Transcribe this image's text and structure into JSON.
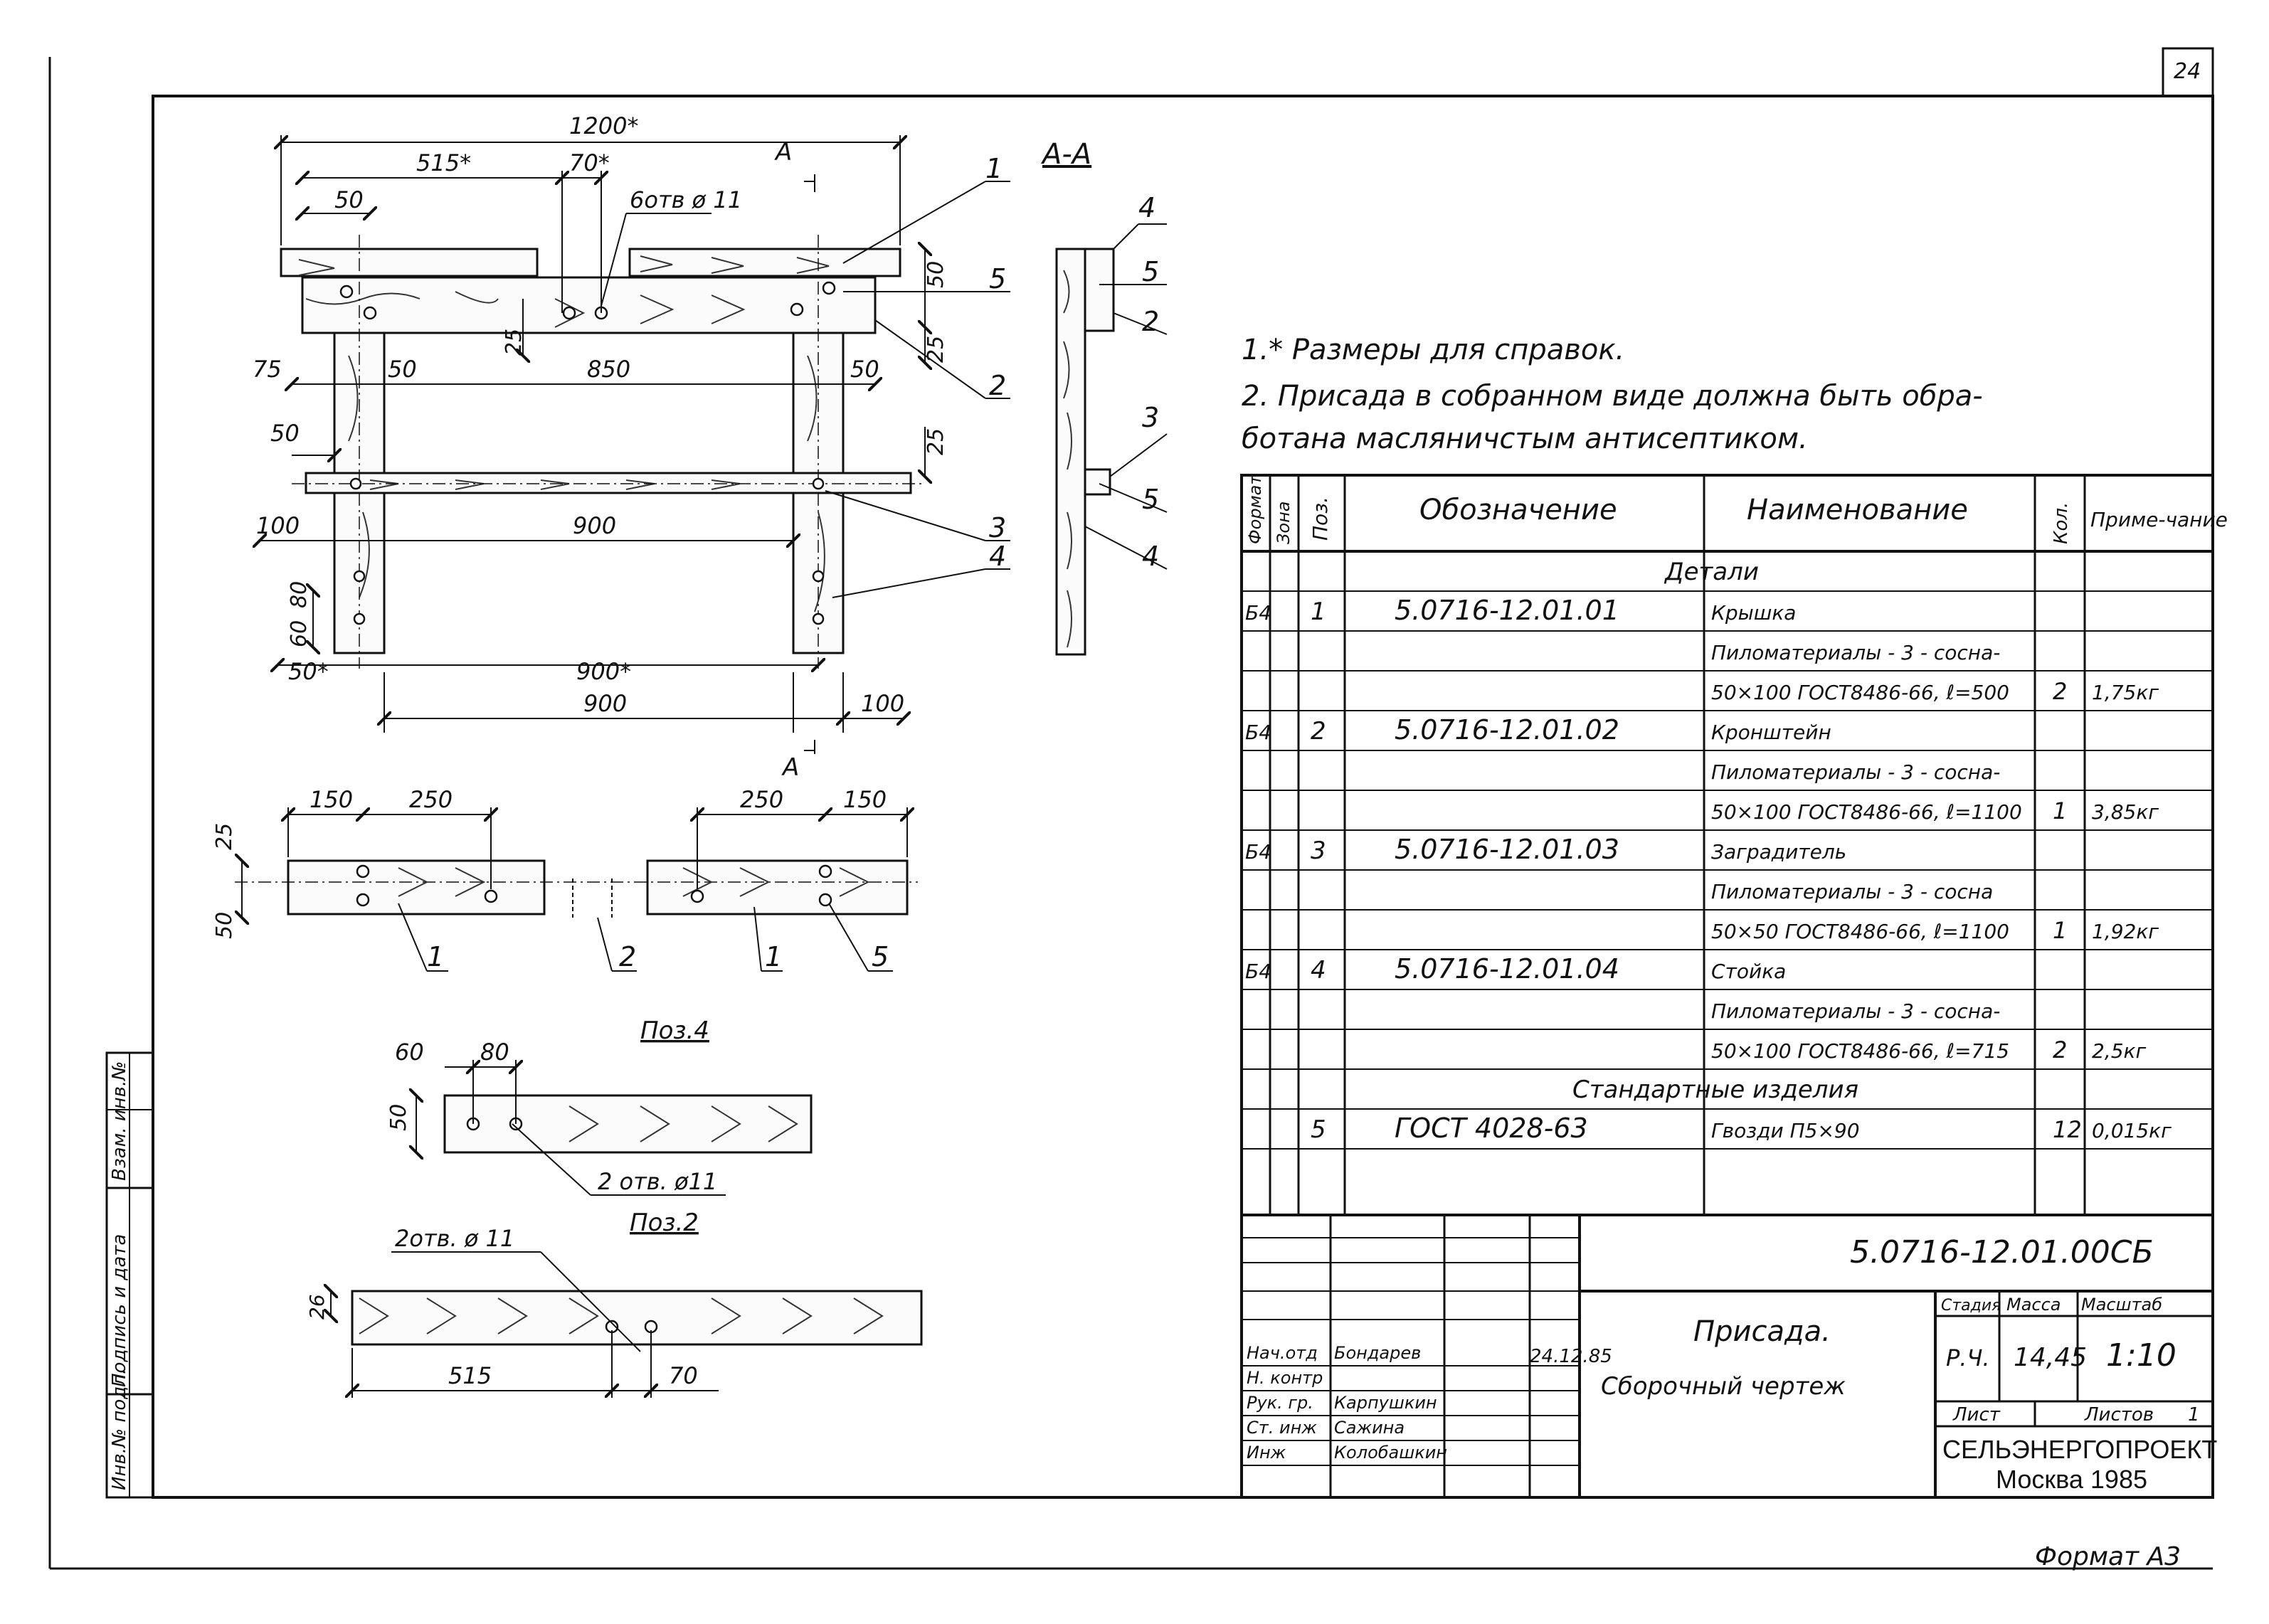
{
  "sheet": {
    "page_number": "24",
    "format_label": "Формат А3",
    "stamp_labels": [
      "Инв.№ подл.",
      "Подпись и дата",
      "Взам. инв.№"
    ]
  },
  "drawing": {
    "main_view": {
      "dims": [
        "1200*",
        "515*",
        "70*",
        "6отв ø 11",
        "50",
        "50",
        "25",
        "25",
        "75",
        "50",
        "850",
        "50",
        "50",
        "25",
        "100",
        "900",
        "80",
        "60",
        "50*",
        "900*",
        "900",
        "100"
      ],
      "section_marker": "А",
      "callouts": [
        "1",
        "5",
        "2",
        "3",
        "4"
      ]
    },
    "section_aa": {
      "title": "А-А",
      "callouts": [
        "4",
        "5",
        "2",
        "3",
        "5",
        "4"
      ]
    },
    "plan_view": {
      "dims": [
        "150",
        "250",
        "250",
        "150",
        "25",
        "50"
      ],
      "callouts": [
        "1",
        "2",
        "1",
        "5"
      ]
    },
    "pos4": {
      "title": "Поз.4",
      "dims": [
        "60",
        "80",
        "50"
      ],
      "holes_label": "2 отв. ø11"
    },
    "pos2": {
      "title": "Поз.2",
      "holes_label": "2отв. ø 11",
      "dims": [
        "26",
        "515",
        "70"
      ]
    }
  },
  "notes": [
    "1.* Размеры для справок.",
    "2. Присада в собранном виде должна быть обра-",
    "ботана масляничстым антисептиком."
  ],
  "spec_table": {
    "headers": {
      "format": "Формат",
      "zone": "Зона",
      "pos": "Поз.",
      "designation": "Обозначение",
      "name": "Наименование",
      "qty": "Кол.",
      "note": "Приме-чание"
    },
    "section_details": "Детали",
    "section_standard": "Стандартные изделия",
    "rows": [
      {
        "format": "Б4",
        "pos": "1",
        "designation": "5.0716-12.01.01",
        "name": "Крышка",
        "qty": "",
        "note": ""
      },
      {
        "format": "",
        "pos": "",
        "designation": "",
        "name": "Пиломатериалы - 3 - сосна-",
        "qty": "",
        "note": ""
      },
      {
        "format": "",
        "pos": "",
        "designation": "",
        "name": "50×100 ГОСТ8486-66, ℓ=500",
        "qty": "2",
        "note": "1,75кг"
      },
      {
        "format": "Б4",
        "pos": "2",
        "designation": "5.0716-12.01.02",
        "name": "Кронштейн",
        "qty": "",
        "note": ""
      },
      {
        "format": "",
        "pos": "",
        "designation": "",
        "name": "Пиломатериалы - 3 - сосна-",
        "qty": "",
        "note": ""
      },
      {
        "format": "",
        "pos": "",
        "designation": "",
        "name": "50×100 ГОСТ8486-66, ℓ=1100",
        "qty": "1",
        "note": "3,85кг"
      },
      {
        "format": "Б4",
        "pos": "3",
        "designation": "5.0716-12.01.03",
        "name": "Заградитель",
        "qty": "",
        "note": ""
      },
      {
        "format": "",
        "pos": "",
        "designation": "",
        "name": "Пиломатериалы - 3 - сосна",
        "qty": "",
        "note": ""
      },
      {
        "format": "",
        "pos": "",
        "designation": "",
        "name": "50×50 ГОСТ8486-66, ℓ=1100",
        "qty": "1",
        "note": "1,92кг"
      },
      {
        "format": "Б4",
        "pos": "4",
        "designation": "5.0716-12.01.04",
        "name": "Стойка",
        "qty": "",
        "note": ""
      },
      {
        "format": "",
        "pos": "",
        "designation": "",
        "name": "Пиломатериалы - 3 - сосна-",
        "qty": "",
        "note": ""
      },
      {
        "format": "",
        "pos": "",
        "designation": "",
        "name": "50×100 ГОСТ8486-66, ℓ=715",
        "qty": "2",
        "note": "2,5кг"
      }
    ],
    "standard_rows": [
      {
        "format": "",
        "pos": "5",
        "designation": "ГОСТ 4028-63",
        "name": "Гвозди П5×90",
        "qty": "12",
        "note": "0,015кг"
      }
    ]
  },
  "title_block": {
    "doc_code": "5.0716-12.01.00СБ",
    "title_line1": "Присада.",
    "title_line2": "Сборочный чертеж",
    "col_stage": "Стадия",
    "col_mass": "Масса",
    "col_scale": "Масштаб",
    "stage": "Р.Ч.",
    "mass": "14,45",
    "scale": "1:10",
    "sheet_label": "Лист",
    "sheets_label": "Листов",
    "sheets_total": "1",
    "org": "СЕЛЬЭНЕРГОПРОЕКТ",
    "city_year": "Москва 1985",
    "date": "24.12.85",
    "signers": [
      {
        "role": "Нач.отд",
        "name": "Бондарев"
      },
      {
        "role": "Н. контр",
        "name": ""
      },
      {
        "role": "Рук. гр.",
        "name": "Карпушкин"
      },
      {
        "role": "Ст. инж",
        "name": "Сажина"
      },
      {
        "role": "Инж",
        "name": "Колобашкин"
      }
    ]
  }
}
